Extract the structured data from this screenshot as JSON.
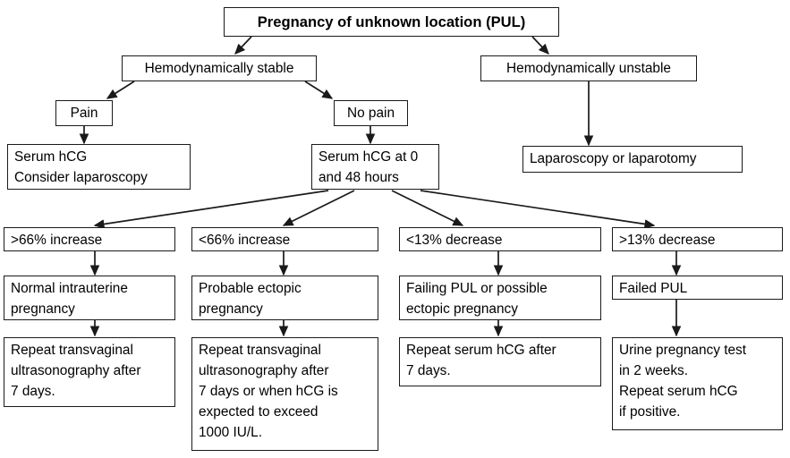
{
  "diagram": {
    "title": "Pregnancy of unknown location (PUL)",
    "type": "clinical-flowchart",
    "line_color": "#1a1a1a",
    "background_color": "#ffffff",
    "nodes": {
      "root": "Pregnancy of unknown location (PUL)",
      "stable": "Hemodynamically stable",
      "unstable": "Hemodynamically unstable",
      "pain": "Pain",
      "no_pain": "No pain",
      "pain_action": "Serum hCG\nConsider laparoscopy",
      "no_pain_action": "Serum hCG at 0\nand 48 hours",
      "unstable_action": "Laparoscopy or laparotomy",
      "result_1": ">66% increase",
      "result_2": "<66% increase",
      "result_3": "<13% decrease",
      "result_4": ">13% decrease",
      "diagnosis_1": "Normal intrauterine\npregnancy",
      "diagnosis_2": "Probable ectopic\npregnancy",
      "diagnosis_3": "Failing PUL or possible\nectopic pregnancy",
      "diagnosis_4": "Failed PUL",
      "management_1": "Repeat transvaginal\nultrasonography after\n7 days.",
      "management_2": "Repeat transvaginal\nultrasonography after\n7 days or when hCG is\nexpected to exceed\n1000 IU/L.",
      "management_3": "Repeat serum hCG after\n7 days.",
      "management_4": "Urine pregnancy test\nin 2 weeks.\nRepeat serum hCG\nif positive."
    }
  }
}
